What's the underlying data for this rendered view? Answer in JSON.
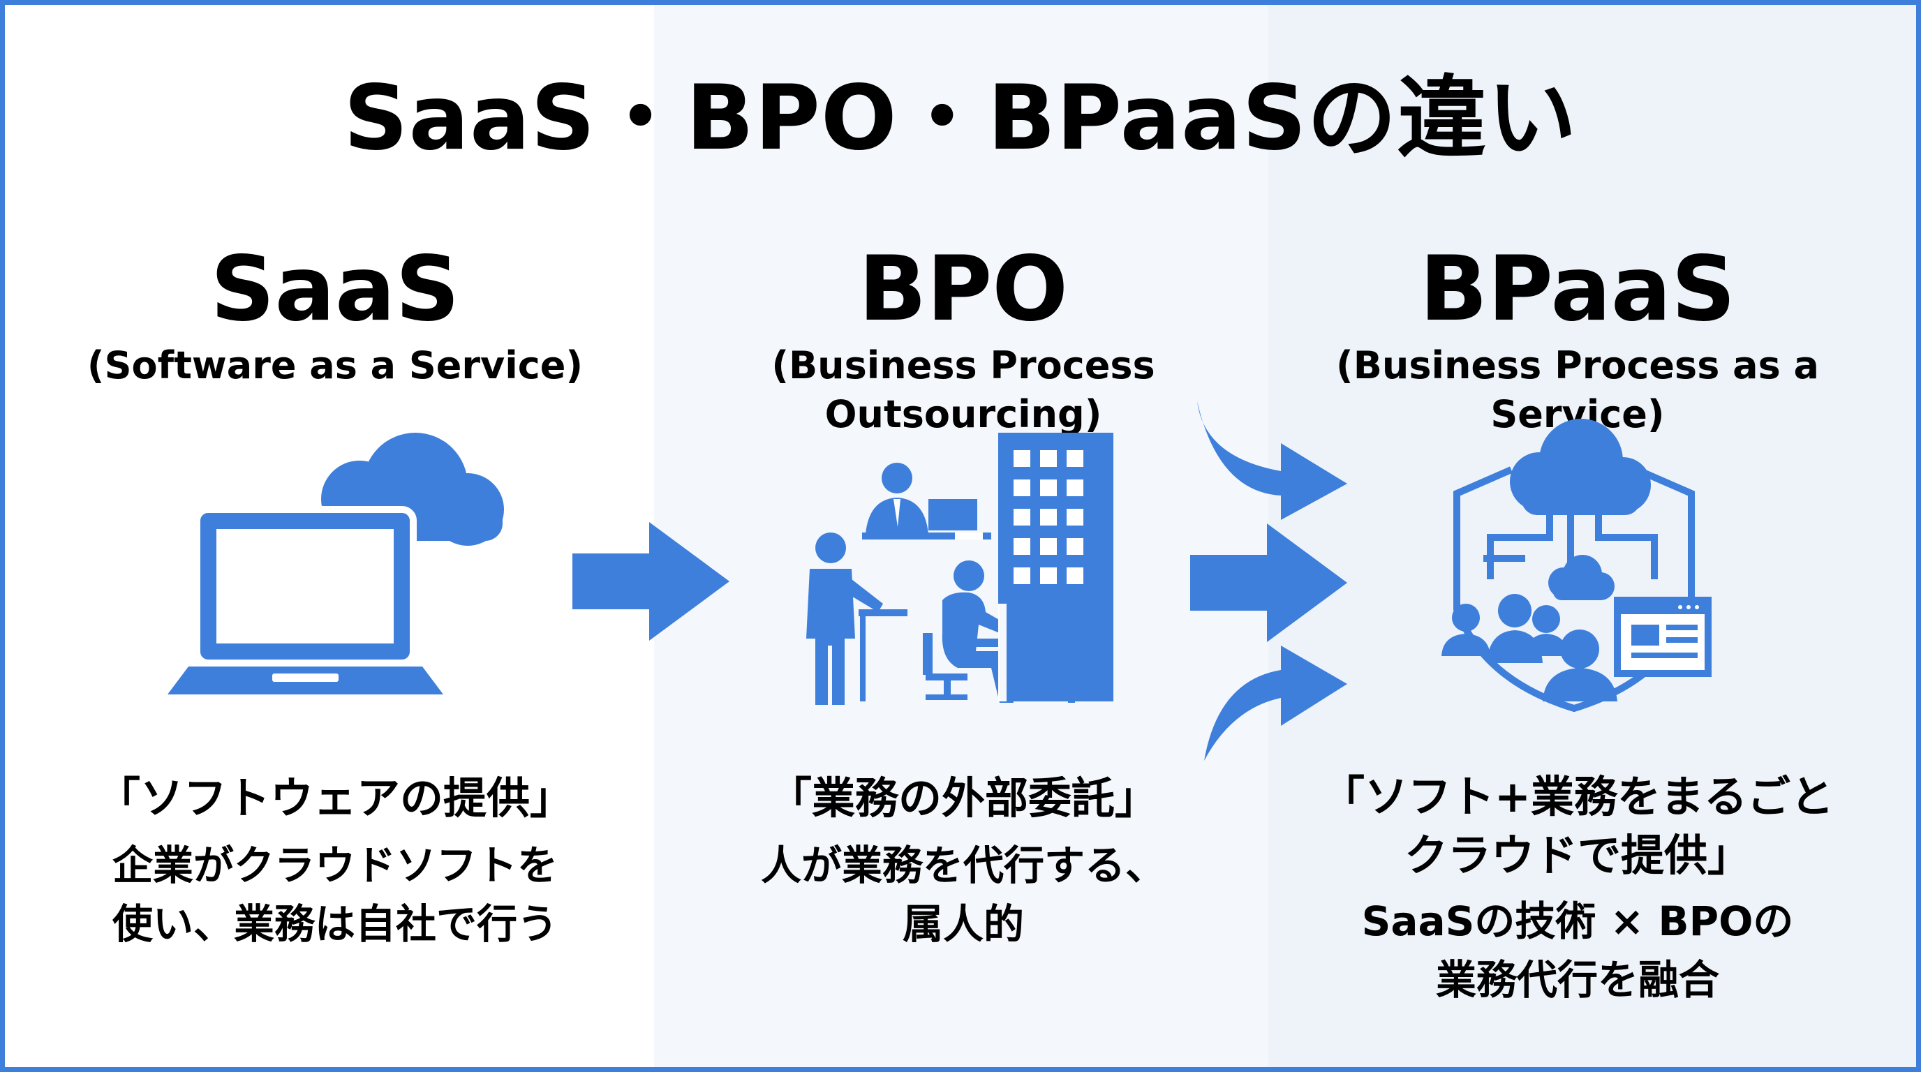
{
  "title": "SaaS・BPO・BPaaSの違い",
  "colors": {
    "accent": "#3d7fdb",
    "icon": "#3d7fdb",
    "text": "#000000"
  },
  "columns": [
    {
      "name": "SaaS",
      "subtitle": "(Software as a Service)",
      "icon": "laptop-cloud-icon",
      "tagline": "「ソフトウェアの提供」",
      "description": [
        "企業がクラウドソフトを",
        "使い、業務は自社で行う"
      ]
    },
    {
      "name": "BPO",
      "subtitle": "(Business Process Outsourcing)",
      "icon": "office-workers-building-icon",
      "tagline": "「業務の外部委託」",
      "description": [
        "人が業務を代行する、",
        "属人的"
      ]
    },
    {
      "name": "BPaaS",
      "subtitle": "(Business Process as a Service)",
      "icon": "cloud-network-team-icon",
      "tagline": [
        "「ソフト+業務をまるごと",
        "クラウドで提供」"
      ],
      "description": [
        "SaaSの技術 × BPOの",
        "業務代行を融合"
      ]
    }
  ],
  "arrows": [
    {
      "from": "SaaS",
      "to": "BPO",
      "icon": "arrow-right-icon"
    },
    {
      "from": "BPO",
      "to": "BPaaS",
      "icon": "triple-arrow-converge-icon"
    }
  ]
}
